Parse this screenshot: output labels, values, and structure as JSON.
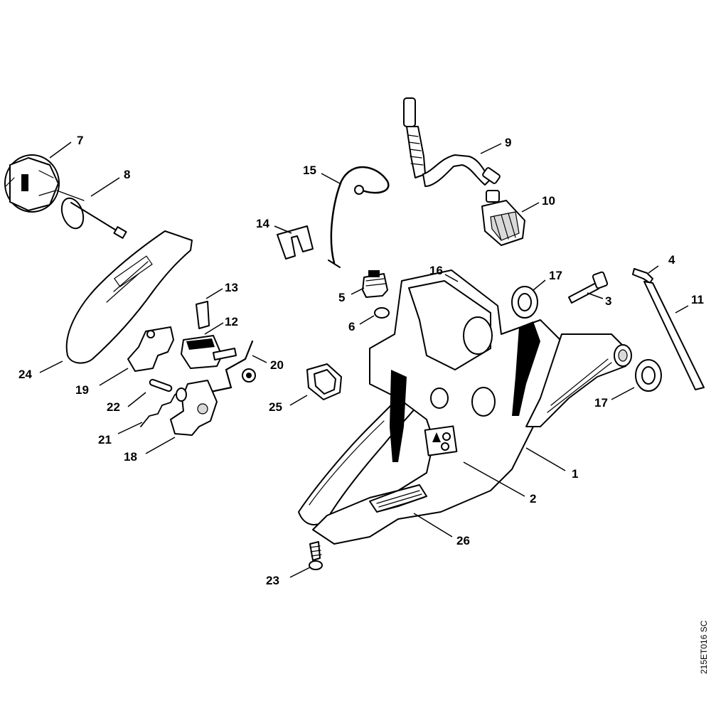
{
  "diagram": {
    "drawing_code": "215ET016 SC",
    "callouts": [
      {
        "id": "c1",
        "label": "1"
      },
      {
        "id": "c2",
        "label": "2"
      },
      {
        "id": "c3",
        "label": "3"
      },
      {
        "id": "c4",
        "label": "4"
      },
      {
        "id": "c5",
        "label": "5"
      },
      {
        "id": "c6",
        "label": "6"
      },
      {
        "id": "c7",
        "label": "7"
      },
      {
        "id": "c8",
        "label": "8"
      },
      {
        "id": "c9",
        "label": "9"
      },
      {
        "id": "c10",
        "label": "10"
      },
      {
        "id": "c11",
        "label": "11"
      },
      {
        "id": "c12",
        "label": "12"
      },
      {
        "id": "c13",
        "label": "13"
      },
      {
        "id": "c14",
        "label": "14"
      },
      {
        "id": "c15",
        "label": "15"
      },
      {
        "id": "c16",
        "label": "16"
      },
      {
        "id": "c17a",
        "label": "17"
      },
      {
        "id": "c17b",
        "label": "17"
      },
      {
        "id": "c18",
        "label": "18"
      },
      {
        "id": "c19",
        "label": "19"
      },
      {
        "id": "c20",
        "label": "20"
      },
      {
        "id": "c21",
        "label": "21"
      },
      {
        "id": "c22",
        "label": "22"
      },
      {
        "id": "c23",
        "label": "23"
      },
      {
        "id": "c24",
        "label": "24"
      },
      {
        "id": "c25",
        "label": "25"
      },
      {
        "id": "c26",
        "label": "26"
      }
    ]
  }
}
